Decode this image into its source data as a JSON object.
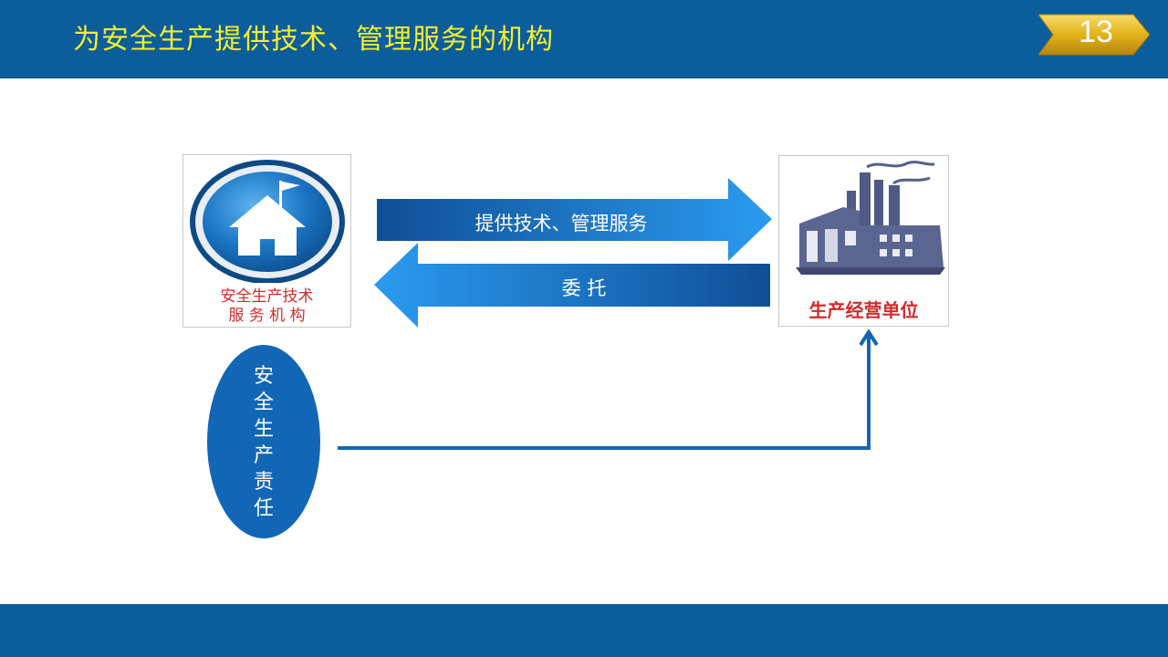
{
  "header": {
    "title": "为安全生产提供技术、管理服务的机构",
    "page_number": "13"
  },
  "left_card": {
    "line1": "安全生产技术",
    "line2": "服 务 机 构"
  },
  "right_card": {
    "label": "生产经营单位"
  },
  "arrows": {
    "forward_label": "提供技术、管理服务",
    "backward_label": "委  托"
  },
  "ellipse": {
    "chars": [
      "安",
      "全",
      "生",
      "产",
      "责",
      "任"
    ]
  },
  "colors": {
    "header_bg": "#0b5d9c",
    "title": "#f4ef2c",
    "accent_blue": "#1266b6",
    "label_red": "#d42a2a",
    "badge_gold": "#e3b21a"
  }
}
